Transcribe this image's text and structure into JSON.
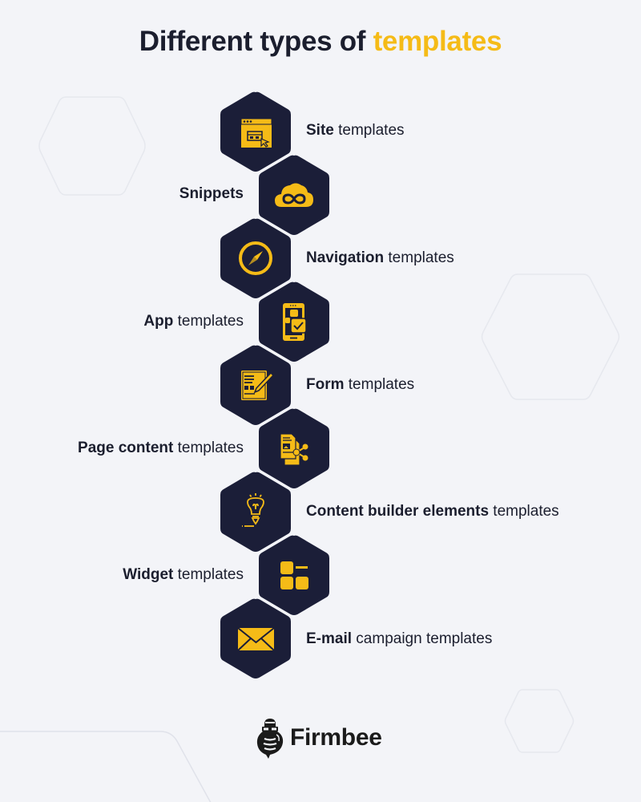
{
  "header": {
    "title_prefix": "Different types of ",
    "title_accent": "templates"
  },
  "colors": {
    "background": "#f3f4f8",
    "hexagon_fill": "#1b1e38",
    "icon_accent": "#f5bb17",
    "text_dark": "#1b1e2e",
    "title_accent": "#f5bb17"
  },
  "items": [
    {
      "bold": "Site",
      "rest": " templates",
      "icon": "browser-window-icon",
      "side": "right"
    },
    {
      "bold": "Snippets",
      "rest": "",
      "icon": "cloud-infinity-icon",
      "side": "left"
    },
    {
      "bold": "Navigation",
      "rest": " templates",
      "icon": "compass-icon",
      "side": "right"
    },
    {
      "bold": "App",
      "rest": " templates",
      "icon": "mobile-app-icon",
      "side": "left"
    },
    {
      "bold": "Form",
      "rest": " templates",
      "icon": "form-pencil-icon",
      "side": "right"
    },
    {
      "bold": "Page content",
      "rest": " templates",
      "icon": "document-share-icon",
      "side": "left"
    },
    {
      "bold": "Content builder elements",
      "rest": " templates",
      "icon": "lightbulb-pen-icon",
      "side": "right"
    },
    {
      "bold": "Widget",
      "rest": " templates",
      "icon": "widget-blocks-icon",
      "side": "left"
    },
    {
      "bold": "E-mail",
      "rest": " campaign templates",
      "icon": "envelope-icon",
      "side": "right"
    }
  ],
  "footer": {
    "brand": "Firmbee"
  }
}
